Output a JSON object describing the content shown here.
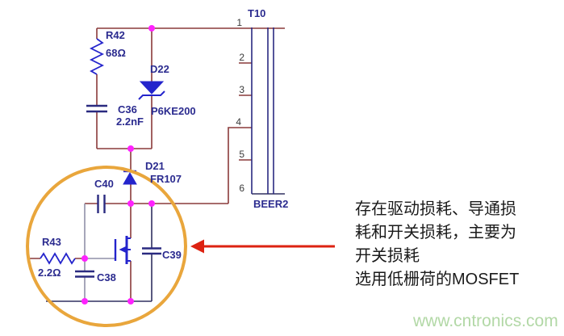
{
  "schematic": {
    "components": {
      "r42": {
        "ref": "R42",
        "value": "68Ω"
      },
      "c36": {
        "ref": "C36",
        "value": "2.2nF"
      },
      "d22": {
        "ref": "D22",
        "value": "P6KE200"
      },
      "d21": {
        "ref": "D21",
        "value": "FR107"
      },
      "c40": {
        "ref": "C40"
      },
      "r43": {
        "ref": "R43",
        "value": "2.2Ω"
      },
      "c38": {
        "ref": "C38"
      },
      "c39": {
        "ref": "C39"
      }
    },
    "transformer": {
      "ref": "T10",
      "part": "BEER2",
      "pins": [
        "1",
        "2",
        "3",
        "4",
        "5",
        "6"
      ]
    }
  },
  "annotation": {
    "lines": [
      "存在驱动损耗、导通损",
      "耗和开关损耗，主要为",
      "开关损耗",
      "选用低栅荷的MOSFET"
    ]
  },
  "watermark": "www.cntronics.com",
  "colors": {
    "wire": "#8a3a3a",
    "branch_wire": "#9090a8",
    "ground_wire": "#303060",
    "component": "#2424cc",
    "capacitor": "#2a2a80",
    "label": "#2b2b8f",
    "junction": "#ff22ff",
    "highlight_circle": "#e9a63c",
    "arrow": "#dd2211",
    "watermark": "#b2d8a6"
  }
}
